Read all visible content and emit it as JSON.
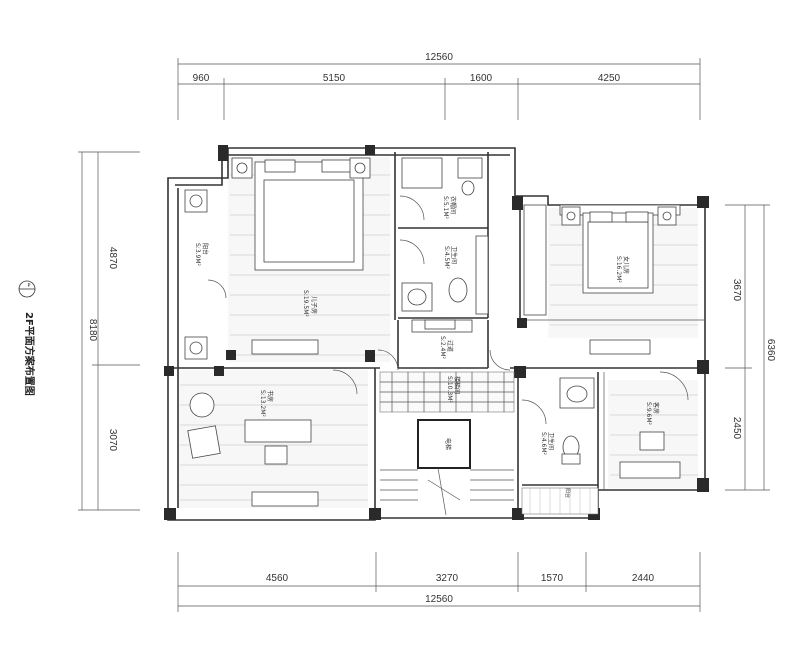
{
  "title": "2F平面方案布置图",
  "north_marker": "P",
  "dimensions": {
    "top_total": "12560",
    "top_segments": [
      "960",
      "5150",
      "1600",
      "4250"
    ],
    "bottom_total": "12560",
    "bottom_segments": [
      "4560",
      "3270",
      "1570",
      "2440"
    ],
    "left_total": "8180",
    "left_segments": [
      "4870",
      "3070"
    ],
    "right_total": "6360",
    "right_segments": [
      "3670",
      "2450"
    ]
  },
  "rooms": {
    "master_bedroom": {
      "name": "儿子房",
      "area": "S:19.5M²"
    },
    "closet": {
      "name": "衣帽间",
      "area": "S:5.1M²"
    },
    "bathroom_north": {
      "name": "卫生间",
      "area": "S:4.5M²"
    },
    "west_balcony": {
      "name": "阳台",
      "area": "S:3.9M²"
    },
    "east_bedroom": {
      "name": "女儿房",
      "area": "S:16.2M²"
    },
    "corridor": {
      "name": "过道",
      "area": "S:2.4M²"
    },
    "study": {
      "name": "书房",
      "area": "S:13.2M²"
    },
    "stair_hall": {
      "name": "楼梯间",
      "area": "S:10.3M²"
    },
    "elevator": {
      "name": "电梯"
    },
    "bathroom_south": {
      "name": "卫生间",
      "area": "S:4.6M²"
    },
    "guest_room": {
      "name": "客房",
      "area": "S:9.6M²"
    },
    "small_balcony": {
      "name": "阳台"
    }
  }
}
